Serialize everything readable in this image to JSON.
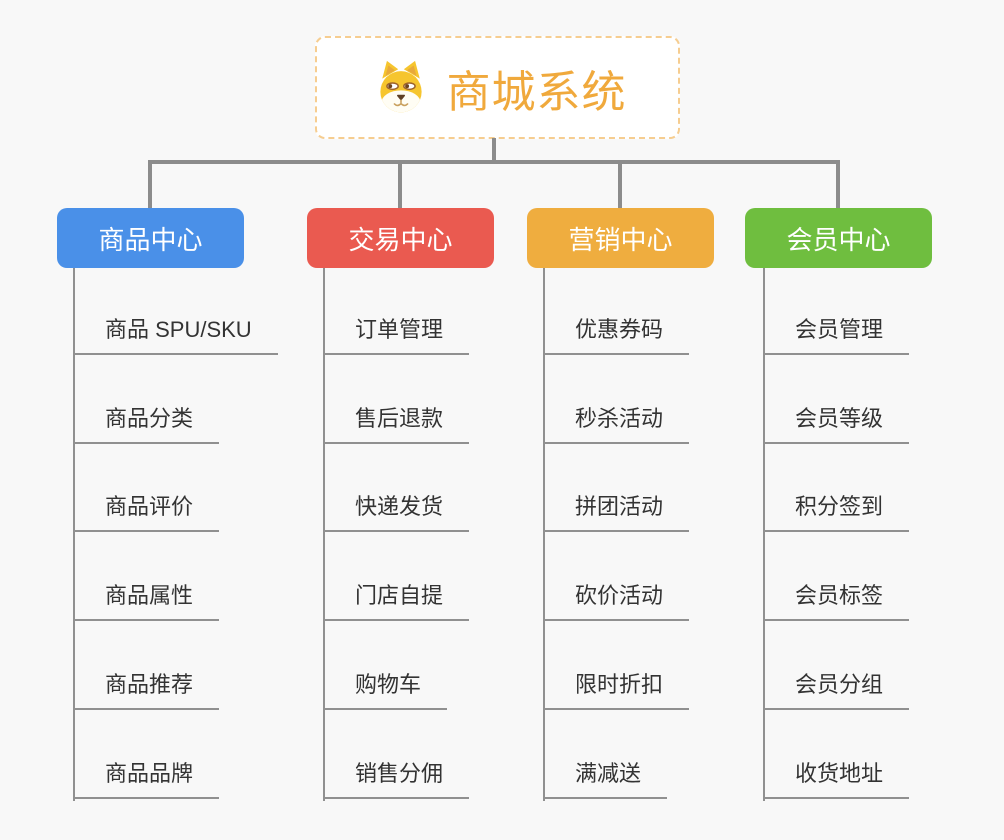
{
  "root": {
    "title": "商城系统",
    "icon": "dog-face",
    "title_color": "#F0A93C",
    "border_color": "#F6CD90"
  },
  "connector_color": "#8C8C8C",
  "background_color": "#F8F8F8",
  "branches": [
    {
      "label": "商品中心",
      "color": "#4A90E8",
      "children": [
        "商品 SPU/SKU",
        "商品分类",
        "商品评价",
        "商品属性",
        "商品推荐",
        "商品品牌"
      ]
    },
    {
      "label": "交易中心",
      "color": "#EA5A50",
      "children": [
        "订单管理",
        "售后退款",
        "快递发货",
        "门店自提",
        "购物车",
        "销售分佣"
      ]
    },
    {
      "label": "营销中心",
      "color": "#EFAD3F",
      "children": [
        "优惠券码",
        "秒杀活动",
        "拼团活动",
        "砍价活动",
        "限时折扣",
        "满减送"
      ]
    },
    {
      "label": "会员中心",
      "color": "#6FBE3F",
      "children": [
        "会员管理",
        "会员等级",
        "积分签到",
        "会员标签",
        "会员分组",
        "收货地址"
      ]
    }
  ]
}
